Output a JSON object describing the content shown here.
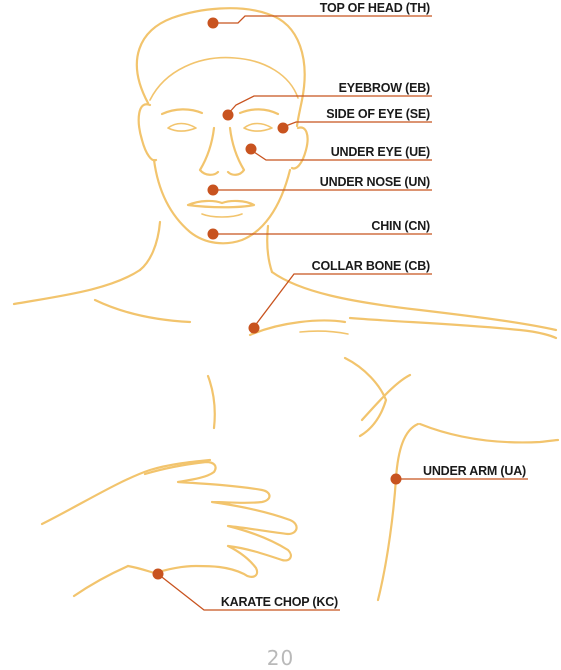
{
  "points": {
    "top_of_head": "TOP OF HEAD (TH)",
    "eyebrow": "EYEBROW (EB)",
    "side_of_eye": "SIDE OF EYE (SE)",
    "under_eye": "UNDER EYE (UE)",
    "under_nose": "UNDER NOSE (UN)",
    "chin": "CHIN (CN)",
    "collar_bone": "COLLAR BONE (CB)",
    "under_arm": "UNDER ARM (UA)",
    "karate_chop": "KARATE CHOP (KC)"
  },
  "page_number": "20",
  "colors": {
    "outline": "#f2c46d",
    "point": "#c8531f",
    "label": "#1a1a1a"
  }
}
